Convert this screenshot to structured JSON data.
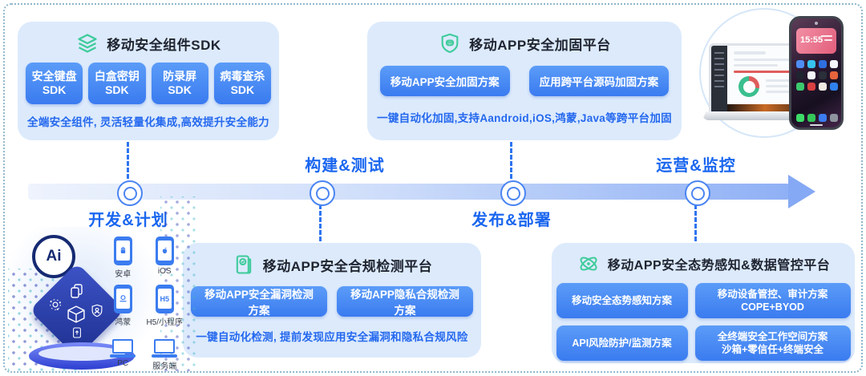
{
  "theme": {
    "card_bg": "#dceafc",
    "button_blue": "#3a7bf0",
    "accent_blue": "#1a66ef",
    "icon_green": "#3ecb9a"
  },
  "cards": [
    {
      "id": "sdk",
      "icon": "layers-icon",
      "title": "移动安全组件SDK",
      "buttons": [
        {
          "line1": "安全键盘",
          "line2": "SDK"
        },
        {
          "line1": "白盒密钥",
          "line2": "SDK"
        },
        {
          "line1": "防录屏",
          "line2": "SDK"
        },
        {
          "line1": "病毒查杀",
          "line2": "SDK"
        }
      ],
      "description": "全端安全组件, 灵活轻量化集成,高效提升安全能力"
    },
    {
      "id": "hardening",
      "icon": "shield-robot-icon",
      "title": "移动APP安全加固平台",
      "buttons": [
        {
          "line1": "移动APP安全加固方案"
        },
        {
          "line1": "应用跨平台源码加固方案"
        }
      ],
      "description": "一键自动化加固,支持Aandroid,iOS,鸿蒙,Java等跨平台加固"
    },
    {
      "id": "compliance",
      "icon": "compliance-book-icon",
      "title": "移动APP安全合规检测平台",
      "buttons": [
        {
          "line1": "移动APP安全漏洞检测方案"
        },
        {
          "line1": "移动APP隐私合规检测方案"
        }
      ],
      "description": "一键自动化检测, 提前发现应用安全漏洞和隐私合规风险"
    },
    {
      "id": "situational",
      "icon": "atom-icon",
      "title": "移动APP安全态势感知&数据管控平台",
      "buttons": [
        {
          "line1": "移动安全态势感知方案"
        },
        {
          "line1": "移动设备管控、审计方案",
          "line2": "COPE+BYOD"
        },
        {
          "line1": "API风险防护/监测方案"
        },
        {
          "line1": "全终端安全工作空间方案",
          "line2": "沙箱+零信任+终端安全"
        }
      ]
    }
  ],
  "timeline": {
    "stages": [
      {
        "label": "开发&计划",
        "position": "below"
      },
      {
        "label": "构建&测试",
        "position": "above"
      },
      {
        "label": "发布&部署",
        "position": "below"
      },
      {
        "label": "运营&监控",
        "position": "above"
      }
    ]
  },
  "devices_panel": {
    "ai_label": "Ai",
    "devices": [
      {
        "label": "安卓",
        "icon": "android-phone-icon"
      },
      {
        "label": "iOS",
        "icon": "apple-phone-icon"
      },
      {
        "label": "鸿蒙",
        "icon": "harmony-phone-icon"
      },
      {
        "label": "H5/小程序",
        "icon": "h5-phone-icon",
        "glyph": "H5"
      },
      {
        "label": "PC",
        "icon": "laptop-icon"
      },
      {
        "label": "服务端",
        "icon": "server-icon"
      }
    ]
  },
  "device_mockup": {
    "phone_time": "15:55"
  }
}
